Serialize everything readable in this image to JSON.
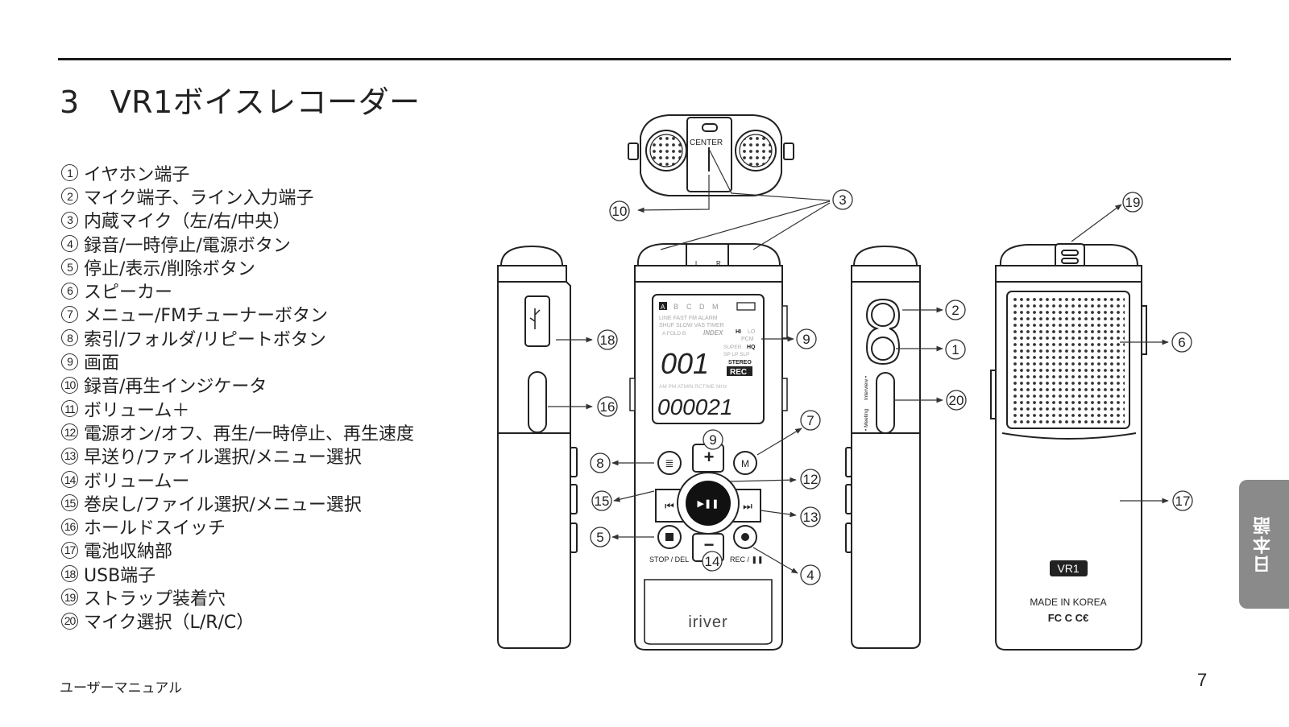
{
  "title": {
    "number": "3",
    "text": "VR1ボイスレコーダー"
  },
  "parts": [
    {
      "num": "1",
      "label": "イヤホン端子"
    },
    {
      "num": "2",
      "label": "マイク端子、ライン入力端子"
    },
    {
      "num": "3",
      "label": "内蔵マイク（左/右/中央）"
    },
    {
      "num": "4",
      "label": "録音/一時停止/電源ボタン"
    },
    {
      "num": "5",
      "label": "停止/表示/削除ボタン"
    },
    {
      "num": "6",
      "label": "スピーカー"
    },
    {
      "num": "7",
      "label": "メニュー/FMチューナーボタン"
    },
    {
      "num": "8",
      "label": "索引/フォルダ/リピートボタン"
    },
    {
      "num": "9",
      "label": "画面"
    },
    {
      "num": "10",
      "label": "録音/再生インジケータ"
    },
    {
      "num": "11",
      "label": "ボリューム＋"
    },
    {
      "num": "12",
      "label": "電源オン/オフ、再生/一時停止、再生速度"
    },
    {
      "num": "13",
      "label": "早送り/ファイル選択/メニュー選択"
    },
    {
      "num": "14",
      "label": "ボリュームー"
    },
    {
      "num": "15",
      "label": "巻戻し/ファイル選択/メニュー選択"
    },
    {
      "num": "16",
      "label": "ホールドスイッチ"
    },
    {
      "num": "17",
      "label": "電池収納部"
    },
    {
      "num": "18",
      "label": "USB端子"
    },
    {
      "num": "19",
      "label": "ストラップ装着穴"
    },
    {
      "num": "20",
      "label": "マイク選択（L/R/C）"
    }
  ],
  "figure": {
    "top_center_label": "CENTER",
    "mic_l": "L",
    "mic_r": "R",
    "display": {
      "folders": [
        "A",
        "B",
        "C",
        "D",
        "M"
      ],
      "row1": "LINE   FAST   FM   ALARM",
      "row2": "SHUF  SLOW  VAS   TIMER",
      "folder_label": "A  FOLD  B",
      "index": "INDEX",
      "hi": "HI",
      "lo": "LO",
      "pcm": "PCM",
      "super": "SUPER",
      "hq": "HQ",
      "modes": "SP LP SLP",
      "stereo": "STEREO",
      "rec_badge": "REC",
      "big_digits": "001",
      "time_digits": "000021",
      "row3": "AM  PM  ATMIN  RCTIME  MHz"
    },
    "stop_del_label": "STOP / DEL",
    "rec_label": "REC / ❚❚",
    "brand": "iriver",
    "side_labels": {
      "meeting": "• Meeting",
      "interview": "Interview •"
    },
    "back_model": "VR1",
    "made_in": "MADE IN KOREA",
    "certs": "FC  C  C€"
  },
  "callouts": [
    "1",
    "2",
    "3",
    "4",
    "5",
    "6",
    "7",
    "8",
    "9",
    "10",
    "12",
    "13",
    "14",
    "15",
    "16",
    "17",
    "18",
    "19",
    "20"
  ],
  "footer": {
    "manual": "ユーザーマニュアル",
    "page": "7"
  },
  "language_tab": "日本語"
}
